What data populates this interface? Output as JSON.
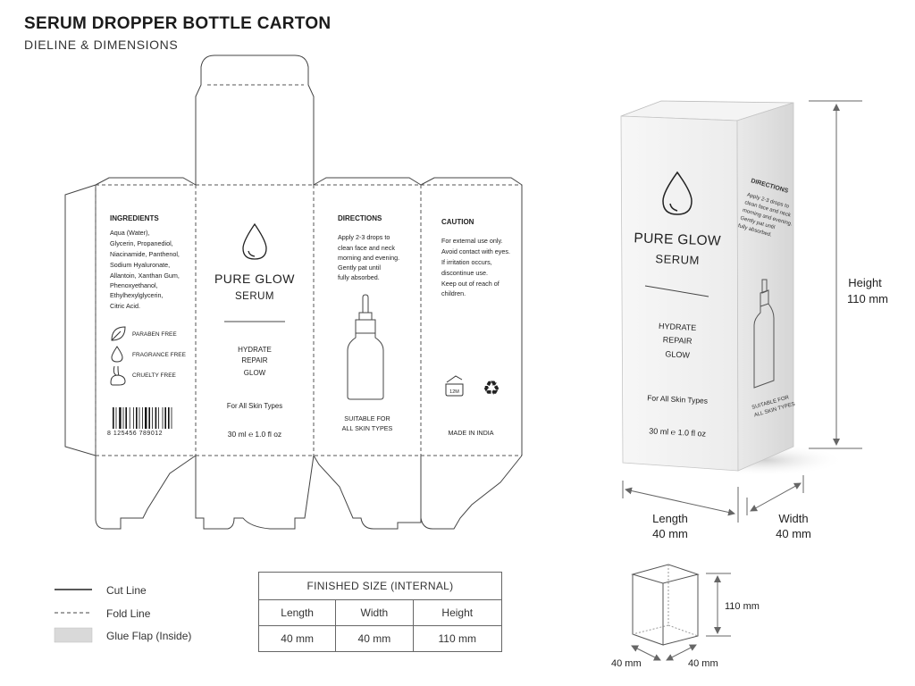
{
  "header": {
    "title": "SERUM DROPPER BOTTLE CARTON",
    "subtitle": "DIELINE & DIMENSIONS"
  },
  "panels": {
    "ingredients": {
      "heading": "INGREDIENTS",
      "lines": [
        "Aqua (Water),",
        "Glycerin, Propanediol,",
        "Niacinamide, Panthenol,",
        "Sodium Hyaluronate,",
        "Allantoin, Xanthan Gum,",
        "Phenoxyethanol,",
        "Ethylhexylglycerin,",
        "Citric Acid."
      ],
      "badges": [
        {
          "icon": "leaf-icon",
          "label": "PARABEN FREE"
        },
        {
          "icon": "drop-icon",
          "label": "FRAGRANCE FREE"
        },
        {
          "icon": "rabbit-icon",
          "label": "CRUELTY FREE"
        }
      ],
      "barcode_number": "8 125456 789012"
    },
    "front": {
      "brand_line1": "PURE GLOW",
      "brand_line2": "SERUM",
      "benefits": [
        "HYDRATE",
        "REPAIR",
        "GLOW"
      ],
      "skin_types": "For All Skin Types",
      "volume": "30 ml ℮ 1.0 fl oz"
    },
    "directions": {
      "heading": "DIRECTIONS",
      "lines": [
        "Apply 2-3 drops to",
        "clean face and neck",
        "morning and evening.",
        "Gently pat until",
        "fully absorbed."
      ],
      "suitable_line1": "SUITABLE FOR",
      "suitable_line2": "ALL SKIN TYPES"
    },
    "caution": {
      "heading": "CAUTION",
      "lines": [
        "For external use only.",
        "Avoid contact with eyes.",
        "If irritation occurs,",
        "discontinue use.",
        "Keep out of reach of",
        "children."
      ],
      "pao_label": "12M",
      "made_in": "MADE IN INDIA"
    }
  },
  "box3d": {
    "front": {
      "brand_line1": "PURE GLOW",
      "brand_line2": "SERUM",
      "benefits": [
        "HYDRATE",
        "REPAIR",
        "GLOW"
      ],
      "skin_types": "For All Skin Types",
      "volume": "30 ml ℮ 1.0 fl oz"
    },
    "side": {
      "heading": "DIRECTIONS",
      "lines": [
        "Apply 2-3 drops to",
        "clean face and neck",
        "morning and evening.",
        "Gently pat until",
        "fully absorbed."
      ],
      "suitable_line1": "SUITABLE FOR",
      "suitable_line2": "ALL SKIN TYPES"
    },
    "dimensions": {
      "height_label": "Height",
      "height_value": "110 mm",
      "length_label": "Length",
      "length_value": "40 mm",
      "width_label": "Width",
      "width_value": "40 mm"
    }
  },
  "small_box": {
    "height": "110 mm",
    "length": "40 mm",
    "width": "40 mm"
  },
  "legend": {
    "cut": "Cut Line",
    "fold": "Fold Line",
    "glue": "Glue Flap (Inside)"
  },
  "finished_size": {
    "caption": "FINISHED SIZE (INTERNAL)",
    "headers": [
      "Length",
      "Width",
      "Height"
    ],
    "values": [
      "40 mm",
      "40 mm",
      "110 mm"
    ]
  },
  "colors": {
    "line": "#444444",
    "glue": "#d9d9d9"
  }
}
